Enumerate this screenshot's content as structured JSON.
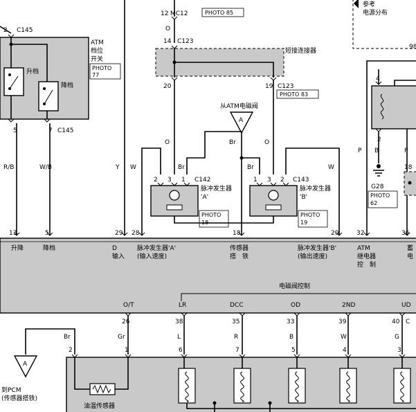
{
  "top": {
    "mc12_pin": "12",
    "mc12_label": "MC12",
    "mc12_photo": "PHOTO 85",
    "wire_0_top": "O",
    "c123_pin_top": "14",
    "c123_label_top": "C123",
    "short_connector": "短接连接器",
    "c123_pin_20": "20",
    "c123_pin_19": "19",
    "c123_label_bottom": "C123",
    "c123_photo": "PHOTO 83",
    "ref_line1": "参考",
    "ref_line2": "电源分布",
    "ref_num": "98"
  },
  "atm_switch": {
    "pin_top": "2",
    "conn_top": "C145",
    "name_line1": "ATM",
    "name_line2": "档位",
    "name_line3": "开关",
    "photo": "PHOTO",
    "photo_num": "77",
    "up_label": "升档",
    "down_label": "降档",
    "pin_5": "5",
    "pin_7": "7",
    "conn_bottom": "C145",
    "wire_rb": "R/B",
    "wire_wb": "W/B",
    "wire_y": "Y",
    "wire_w": "W"
  },
  "solenoid_ref": {
    "label": "从ATM电磁阀",
    "marker": "A"
  },
  "sensor_a": {
    "wire_o": "O",
    "wire_br1": "Br",
    "wire_br_mid": "Br",
    "pin_2": "2",
    "pin_3": "3",
    "pin_1": "1",
    "conn": "C142",
    "name_line1": "脉冲发生器",
    "name_line2": "'A'",
    "photo": "PHOTO",
    "photo_num": "18"
  },
  "sensor_b": {
    "wire_br": "Br",
    "wire_o": "O",
    "wire_w": "W",
    "pin_1": "1",
    "pin_3": "3",
    "pin_2": "2",
    "conn": "C143",
    "name_line1": "脉冲发生器",
    "name_line2": "'B'",
    "photo": "PHOTO",
    "photo_num": "19"
  },
  "right_top": {
    "pin_4": "4",
    "wire_p": "P",
    "wire_b": "B",
    "pin_2": "2",
    "ground": "G28",
    "photo": "PHOTO",
    "photo_num": "62",
    "pin_18": "18",
    "wire_p2": "P",
    "pin_32": "32",
    "pin_36": "36"
  },
  "tcm_pins": {
    "p13": "13",
    "p5": "5",
    "p29": "29",
    "p28": "28",
    "p18": "18",
    "p20": "20",
    "p32": "32",
    "p36": "36"
  },
  "tcm_labels": {
    "up": "升降",
    "down": "降档",
    "d_line1": "D",
    "d_line2": "输入",
    "pga_line1": "脉冲发生器'A'",
    "pga_line2": "(输入速度)",
    "sensor_line1": "传感器",
    "sensor_line2": "搭　铁",
    "pgb_line1": "脉冲发生器'B'",
    "pgb_line2": "(输出速度)",
    "relay_line1": "ATM",
    "relay_line2": "继电器",
    "relay_line3": "控　制",
    "battery_line1": "蓄",
    "battery_line2": "电",
    "solenoid_ctrl": "电磁阀控制",
    "ot": "O/T",
    "lr": "LR",
    "dcc": "DCC",
    "od": "OD",
    "nd2": "2ND",
    "ud": "UD"
  },
  "bottom_pins": {
    "p26": "26",
    "p38": "38",
    "p35": "35",
    "p33": "33",
    "p39": "39",
    "p40": "40",
    "c1": "C",
    "wire_br": "Br",
    "wire_gr": "Gr",
    "wire_l": "L",
    "wire_r": "R",
    "wire_b": "B",
    "wire_w": "W",
    "wire_g": "G",
    "v2": "2",
    "v1": "1",
    "v6": "6",
    "v7": "7",
    "v5": "5",
    "v4": "4",
    "v3": "3"
  },
  "pcm_ref": {
    "marker": "A",
    "line1": "到PCM",
    "line2": "(传感器搭铁)"
  },
  "oil_temp": "油温传感器"
}
